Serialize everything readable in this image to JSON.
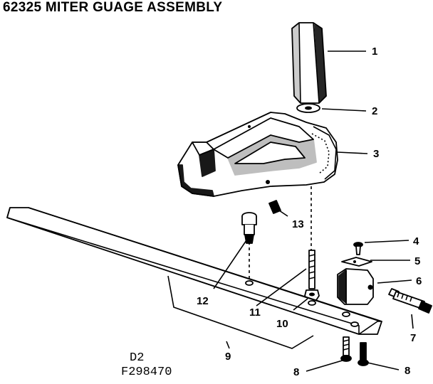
{
  "title": "62325 MITER GUAGE ASSEMBLY",
  "codes": [
    "D2",
    "F298470"
  ],
  "callouts": [
    {
      "id": "c1",
      "label": "1"
    },
    {
      "id": "c2",
      "label": "2"
    },
    {
      "id": "c3",
      "label": "3"
    },
    {
      "id": "c4",
      "label": "4"
    },
    {
      "id": "c5",
      "label": "5"
    },
    {
      "id": "c6",
      "label": "6"
    },
    {
      "id": "c7",
      "label": "7"
    },
    {
      "id": "c8a",
      "label": "8"
    },
    {
      "id": "c8b",
      "label": "8"
    },
    {
      "id": "c9",
      "label": "9"
    },
    {
      "id": "c10",
      "label": "10"
    },
    {
      "id": "c11",
      "label": "11"
    },
    {
      "id": "c12",
      "label": "12"
    },
    {
      "id": "c13",
      "label": "13"
    }
  ],
  "colors": {
    "ink": "#000000",
    "paper": "#ffffff"
  }
}
